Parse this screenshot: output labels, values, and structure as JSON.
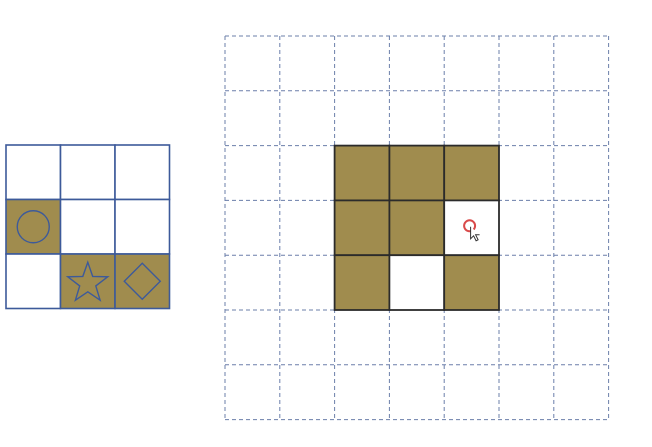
{
  "colors": {
    "background": "#ffffff",
    "fill": "#a08c4e",
    "key_border": "#3d5a9a",
    "symbol_stroke": "#3d5a9a",
    "board_grid_dashed": "#6b7faa",
    "board_cell_border": "#2b2b2b",
    "cursor_ring": "#d94a4a"
  },
  "key_grid": {
    "rows": 3,
    "cols": 3,
    "cells": [
      [
        {
          "filled": false,
          "symbol": ""
        },
        {
          "filled": false,
          "symbol": ""
        },
        {
          "filled": false,
          "symbol": ""
        }
      ],
      [
        {
          "filled": true,
          "symbol": "circle"
        },
        {
          "filled": false,
          "symbol": ""
        },
        {
          "filled": false,
          "symbol": ""
        }
      ],
      [
        {
          "filled": false,
          "symbol": ""
        },
        {
          "filled": true,
          "symbol": "star"
        },
        {
          "filled": true,
          "symbol": "diamond"
        }
      ]
    ]
  },
  "board": {
    "rows": 7,
    "cols": 7,
    "region": {
      "row": 2,
      "col": 2,
      "rows": 3,
      "cols": 3
    },
    "region_cells": [
      [
        true,
        true,
        true
      ],
      [
        true,
        true,
        false
      ],
      [
        true,
        false,
        true
      ]
    ],
    "cursor_cell": {
      "row": 3,
      "col": 4
    },
    "cursor_icon": "pointer-cursor-icon"
  }
}
